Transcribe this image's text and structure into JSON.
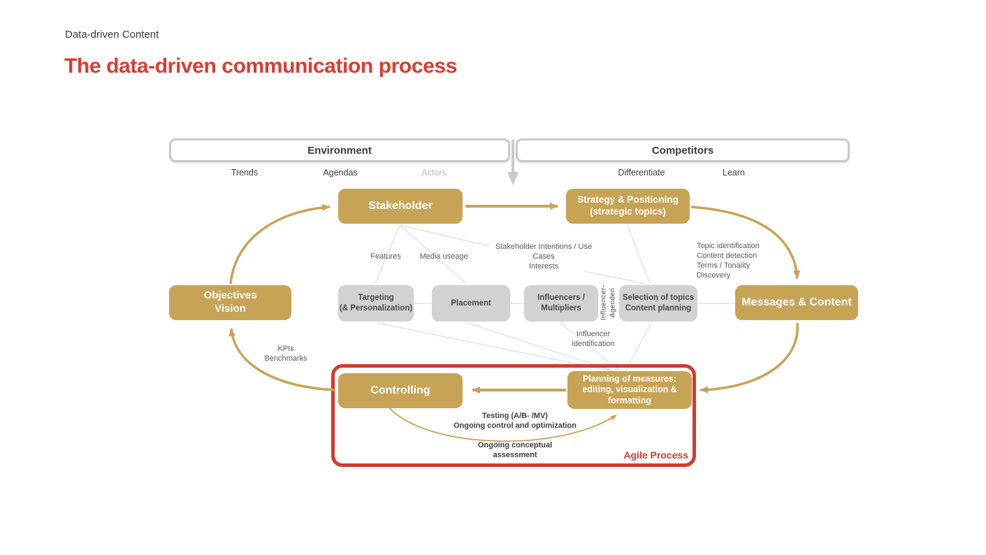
{
  "slide": {
    "eyebrow": "Data-driven Content",
    "title": "The data-driven communication process"
  },
  "top": {
    "environment": "Environment",
    "competitors": "Competitors",
    "env_tags": [
      "Trends",
      "Agendas",
      "Actors"
    ],
    "comp_tags": [
      "Differentiate",
      "Learn"
    ]
  },
  "nodes": {
    "stakeholder": "Stakeholder",
    "strategy": "Strategy & Positioning\n(strategic topics)",
    "objectives": "Objectives\nVision",
    "messages": "Messages & Content",
    "controlling": "Controlling",
    "planning": "Planning of measures:\nediting, visualization &\nformatting"
  },
  "subnodes": {
    "targeting": "Targeting\n(& Personalization)",
    "placement": "Placement",
    "influencers": "Influencers  /\nMultipliers",
    "selection": "Selection of topics\nContent  planning"
  },
  "labels": {
    "features": "Features",
    "media_usage": "Media useage",
    "intentions": "Stakeholder Intentions / Use\nCases\nInterests",
    "topics": "Topic identification\nContent detection\nTerms / Tonality\nDiscovery",
    "influencer_agenda": "Influencer-\nAgenden",
    "influencer_id": "Influencer\nidentification",
    "kpis": "KPIs\nBenchmarks",
    "testing": "Testing (A/B- /MV)\nOngoing control and optimization",
    "assessment": "Ongoing conceptual\nassessment",
    "agile": "Agile Process"
  },
  "colors": {
    "gold": "#C7A355",
    "gray_box": "#D2D2D2",
    "red": "#D5392F",
    "title_red": "#DC3B31",
    "line_gray": "#DEDEDE",
    "arrow_gray": "#C9C9C9"
  }
}
